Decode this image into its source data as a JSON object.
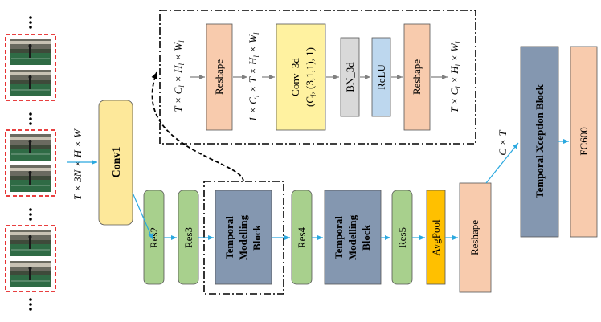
{
  "colors": {
    "conv1": "#fde89a",
    "res": "#a8d08d",
    "temporal_block": "#8497b0",
    "avgpool": "#ffc000",
    "reshape": "#f8cbad",
    "conv3d": "#fff2a0",
    "bn3d": "#d9d9d9",
    "relu": "#bdd7ee",
    "fc": "#f8cbad",
    "arrow": "#2aa8df",
    "frame_border": "#e00000"
  },
  "icons": [
    "video-frame-thumbnail",
    "vertical-ellipsis"
  ],
  "input_dims": "T × 3N × H × W",
  "main": {
    "conv1": "Conv1",
    "res2": "Res2",
    "res3": "Res3",
    "tmb1": [
      "Temporal",
      "Modelling",
      "Block"
    ],
    "res4": "Res4",
    "tmb2": [
      "Temporal",
      "Modelling",
      "Block"
    ],
    "res5": "Res5",
    "avgpool": "AvgPool",
    "reshape": "Reshape",
    "ct_label": "C × T",
    "txb": "Temporal Xception Block",
    "fc": "FC600"
  },
  "detail": {
    "dim_in": "T × C_l × H_l × W_l",
    "reshape1": "Reshape",
    "dim_mid": "1 × C_l × T × H_l × W_l",
    "conv3d_title": "Conv_3d",
    "conv3d_params": "(C_l, (3,1,1), 1)",
    "bn3d": "BN_3d",
    "relu": "ReLU",
    "reshape2": "Reshape",
    "dim_out": "T × C_l × H_l × W_l"
  }
}
